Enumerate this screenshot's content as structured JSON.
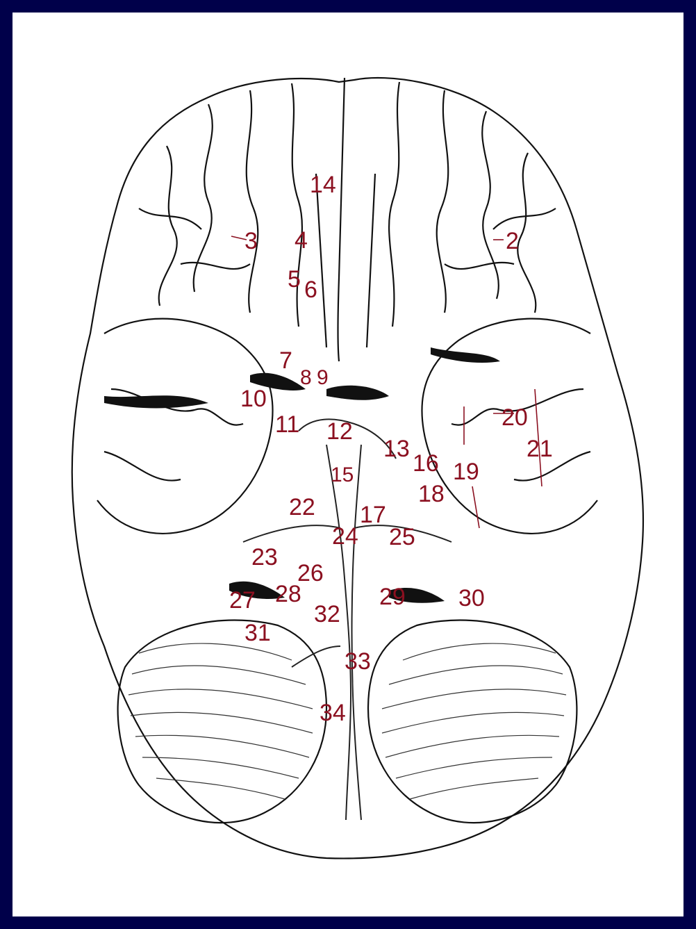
{
  "diagram": {
    "colors": {
      "background": "#00004a",
      "paper": "#ffffff",
      "outline": "#111111",
      "label": "#8b1020"
    },
    "labels": {
      "l2": "2",
      "l3": "3",
      "l4": "4",
      "l5": "5",
      "l6": "6",
      "l7": "7",
      "l8": "8",
      "l9": "9",
      "l10": "10",
      "l11": "11",
      "l12": "12",
      "l13": "13",
      "l14": "14",
      "l15": "15",
      "l16": "16",
      "l17": "17",
      "l18": "18",
      "l19": "19",
      "l20": "20",
      "l21": "21",
      "l22": "22",
      "l23": "23",
      "l24": "24",
      "l25": "25",
      "l26": "26",
      "l27": "27",
      "l28": "28",
      "l29": "29",
      "l30": "30",
      "l31": "31",
      "l32": "32",
      "l33": "33",
      "l34": "34"
    }
  }
}
